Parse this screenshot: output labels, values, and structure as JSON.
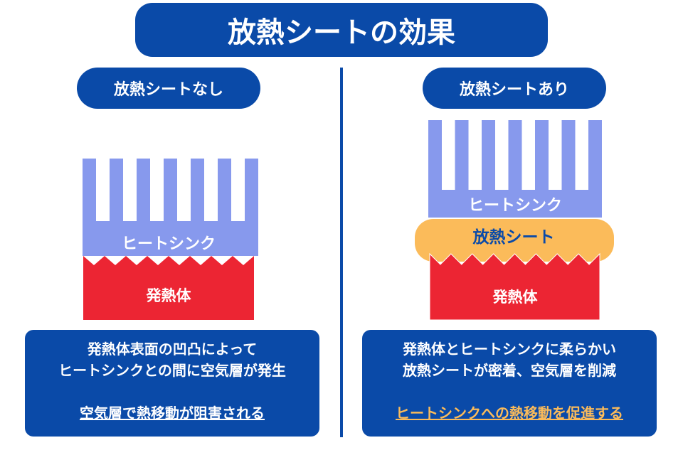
{
  "title": "放熱シートの効果",
  "left": {
    "heading": "放熱シートなし",
    "heatsink_label": "ヒートシンク",
    "heat_source_label": "発熱体",
    "description": [
      "発熱体表面の凹凸によって",
      "ヒートシンクとの間に空気層が発生"
    ],
    "emphasis": "空気層で熱移動が阻害される"
  },
  "right": {
    "heading": "放熱シートあり",
    "heatsink_label": "ヒートシンク",
    "sheet_label": "放熱シート",
    "heat_source_label": "発熱体",
    "description": [
      "発熱体とヒートシンクに柔らかい",
      "放熱シートが密着、空気層を削減"
    ],
    "emphasis": "ヒートシンクへの熱移動を促進する"
  },
  "colors": {
    "primary": "#0a4aa8",
    "heatsink": "#8799ed",
    "heat_source": "#ec2533",
    "sheet": "#fbbb5a",
    "emphasis_right": "#fbbb5a"
  }
}
